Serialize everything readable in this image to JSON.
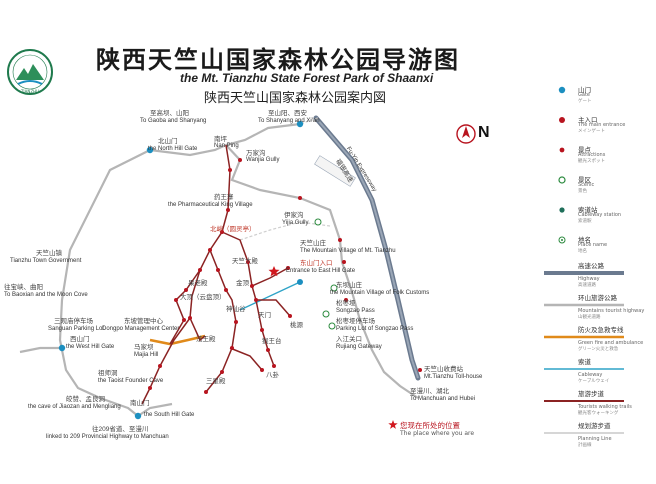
{
  "title": "陕西天竺山国家森林公园导游图",
  "subtitle_en": "the Mt. Tianzhu State Forest Park of Shaanxi",
  "subtitle_zh": "陕西天竺山国家森林公园案内図",
  "north_label": "N",
  "colors": {
    "highway": "#6b7a8f",
    "mountain_road": "#b9b9b9",
    "fire_road": "#e08a1a",
    "cableway": "#2ea3c7",
    "trail": "#8b2323",
    "planning": "#c8c8c8",
    "gate": "#1c8fc0",
    "attraction": "#b8141f",
    "scenic": "#2b8a3e"
  },
  "legend": [
    {
      "icon": "gate-dot-icon",
      "zh": "山门",
      "en": "Gate",
      "en2": "ゲート"
    },
    {
      "icon": "entrance-dot-icon",
      "zh": "主入口",
      "en": "The main entrance",
      "en2": "メインゲート"
    },
    {
      "icon": "attraction-dot-icon",
      "zh": "景点",
      "en": "Attractions",
      "en2": "観光スポット"
    },
    {
      "icon": "scenic-ring-icon",
      "zh": "景区",
      "en": "Scenic",
      "en2": "景色"
    },
    {
      "icon": "cableway-station-icon",
      "zh": "索道站",
      "en": "Cableway station",
      "en2": "索道駅"
    },
    {
      "icon": "place-name-icon",
      "zh": "地名",
      "en": "Place name",
      "en2": "地名"
    },
    {
      "icon": "highway-line-icon",
      "zh": "高速公路",
      "en": "Highway",
      "en2": "高速道路"
    },
    {
      "icon": "mountain-road-icon",
      "zh": "环山旅游公路",
      "en": "Mountains tourist highway",
      "en2": "山観光道路"
    },
    {
      "icon": "fire-road-icon",
      "zh": "防火及急救专线",
      "en": "Green fire and ambulance",
      "en2": "グリーン火災と救急"
    },
    {
      "icon": "cableway-line-icon",
      "zh": "索道",
      "en": "Cableway",
      "en2": "ケーブルウェイ"
    },
    {
      "icon": "trail-line-icon",
      "zh": "旅游步道",
      "en": "Tourists walking trails",
      "en2": "観光客ウォーキング"
    },
    {
      "icon": "planning-line-icon",
      "zh": "规划游步道",
      "en": "Planning Line",
      "en2": "計画線"
    }
  ],
  "you_are_here": {
    "zh": "您现在所处的位置",
    "en": "The place where you are"
  },
  "labels": {
    "to_gaoba": {
      "zh": "至高坝、山阳",
      "en": "To Gaoba and Shanyang"
    },
    "to_shanyang": {
      "zh": "至山阳、西安",
      "en": "To Shanyang and Xi'an"
    },
    "north_gate": {
      "zh": "北山门",
      "en": "the North Hill Gate"
    },
    "nanping": {
      "zh": "南坪",
      "en": "Nan Ping"
    },
    "wanjiagou": {
      "zh": "万家沟",
      "en": "Wanjia Gully"
    },
    "yaowang": {
      "zh": "药王寨",
      "en": "the Pharmaceutical King Village"
    },
    "yijiagou": {
      "zh": "伊家沟",
      "en": "Yijia Gully"
    },
    "tianzhu_town": {
      "zh": "天竺山镇",
      "en": "Tianzhu Town Government"
    },
    "tianzhu_village": {
      "zh": "天竺山庄",
      "en": "The Mountain Village of Mt. Tianzhu"
    },
    "east_gate": {
      "zh": "东山门入口",
      "en": "Entrance to East Hill Gate"
    },
    "customs_village": {
      "zh": "东坝山庄",
      "en": "the Mountain Village of Folk Customs"
    },
    "songzao": {
      "zh": "松枣垭",
      "en": "Songzao Pass"
    },
    "songzao_parking": {
      "zh": "松枣垭停车场",
      "en": "Parking Lot of Songzao Pass"
    },
    "rujiang": {
      "zh": "入江关口",
      "en": "Rujiang Gateway"
    },
    "dongpo": {
      "zh": "东坡管理中心",
      "en": "Dongpo Management Center"
    },
    "majia": {
      "zh": "马家坝",
      "en": "Majia Hill"
    },
    "sanguanmiao": {
      "zh": "三观庙停车场",
      "en": "Sanguan Parking Lot"
    },
    "west_gate": {
      "zh": "西山门",
      "en": "the West Hill Gate"
    },
    "founder_cave": {
      "zh": "祖师洞",
      "en": "the Taoist Founder Cave"
    },
    "jiaozan_cave": {
      "zh": "皎赞、孟良洞",
      "en": "the cave of Jiaozan and Mengliang"
    },
    "south_gate": {
      "zh": "南山门",
      "en": "the South Hill Gate"
    },
    "to_baoxia": {
      "zh": "往宝峡、曲阳",
      "en": "To Baoxian and the Moon Cove"
    },
    "provincial_209": {
      "zh": "往209省道、至漫川",
      "en": "linked to 209 Provincial Highway to Manchuan"
    },
    "toll_house": {
      "zh": "天竺山收费站",
      "en": "Mt.Tianzhu Toll-house"
    },
    "to_manchuan": {
      "zh": "至漫川、湖北",
      "en": "To Manchuan and Hubei"
    },
    "expressway": {
      "zh": "福银高速",
      "en": "Fu-Yin Expressway"
    }
  },
  "peak_labels": [
    "北峪（圆灵亭）",
    "天竺大殿",
    "果老殿",
    "大顶（云盘顶）",
    "金顶",
    "法王殿",
    "三星殿",
    "八卦",
    "桃源",
    "天门",
    "神仙谷",
    "猴王台"
  ]
}
